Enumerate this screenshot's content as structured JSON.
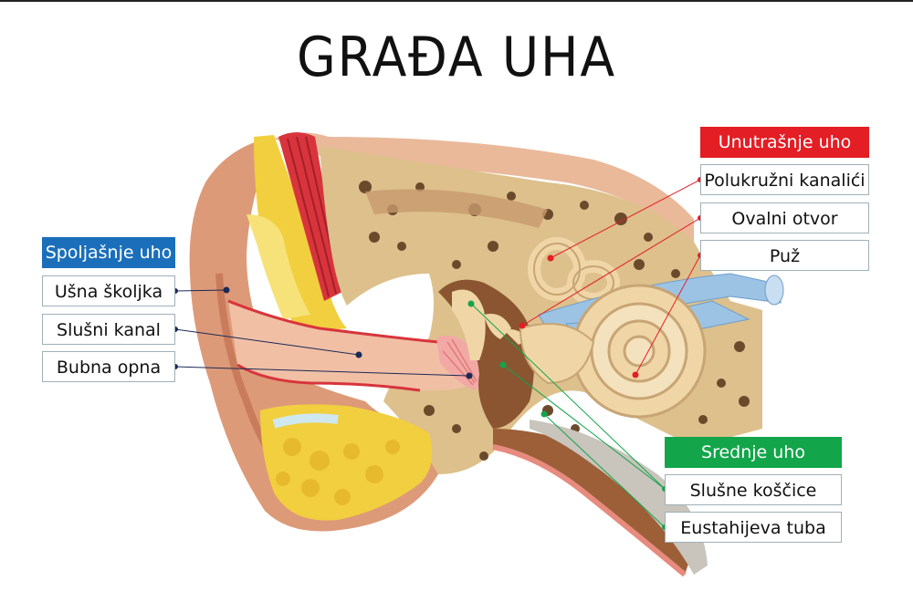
{
  "title": "GRAĐA UHA",
  "colors": {
    "outer_header": "#1b6fba",
    "inner_header": "#e31e24",
    "middle_header": "#12a54a",
    "outer_leader": "#1a2a55",
    "inner_leader": "#e31e24",
    "middle_leader": "#12a54a"
  },
  "groups": {
    "outer": {
      "header": "Spoljašnje uho",
      "items": [
        "Ušna školjka",
        "Slušni kanal",
        "Bubna opna"
      ]
    },
    "inner": {
      "header": "Unutrašnje uho",
      "items": [
        "Polukružni kanalići",
        "Ovalni otvor",
        "Puž"
      ]
    },
    "middle": {
      "header": "Srednje uho",
      "items": [
        "Slušne koščice",
        "Eustahijeva tuba"
      ]
    }
  }
}
